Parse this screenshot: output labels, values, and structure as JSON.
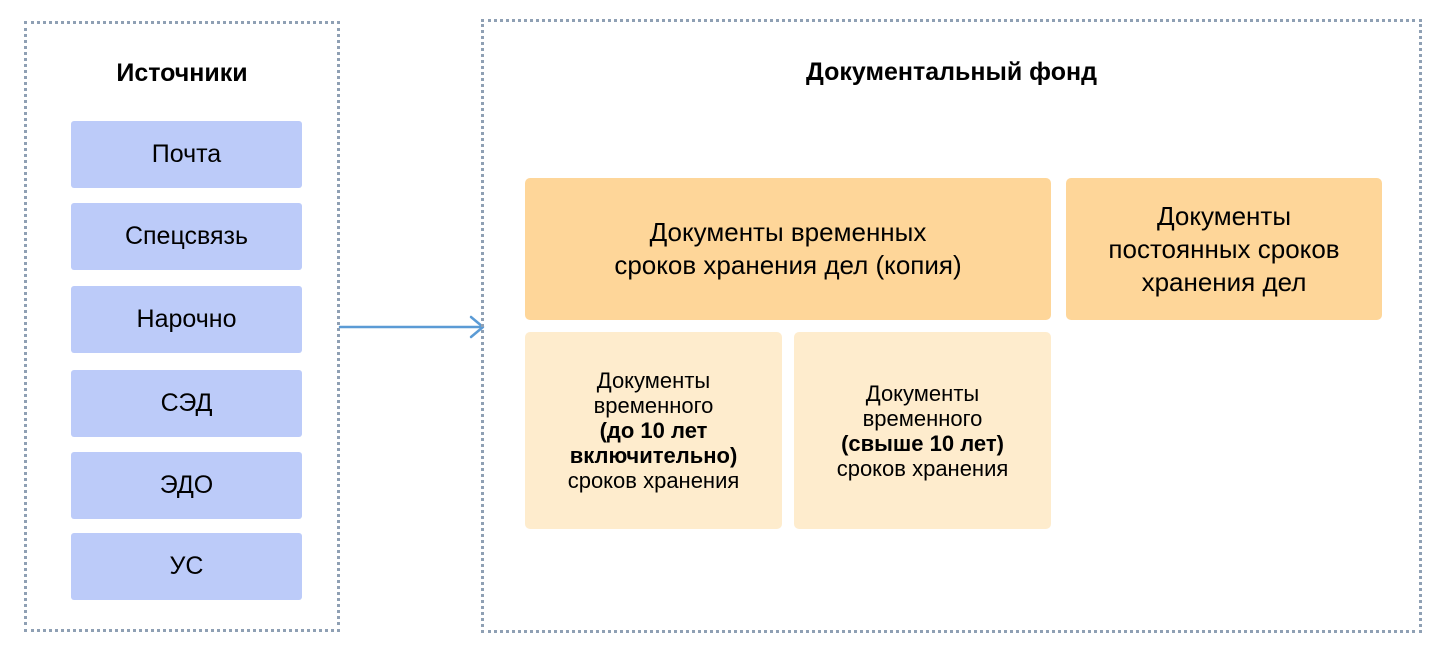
{
  "sources": {
    "title": "Источники",
    "items": [
      "Почта",
      "Спецсвязь",
      "Нарочно",
      "СЭД",
      "ЭДО",
      "УС"
    ]
  },
  "fund": {
    "title": "Документальный фонд",
    "temporary_copy": {
      "line1": "Документы временных",
      "line2": "сроков хранения дел (копия)"
    },
    "permanent": {
      "line1": "Документы",
      "line2": "постоянных сроков",
      "line3": "хранения дел"
    },
    "up_to_10": {
      "line1": "Документы",
      "line2": "временного",
      "line3": "(до 10 лет",
      "line4": "включительно)",
      "line5": "сроков хранения"
    },
    "over_10": {
      "line1": "Документы",
      "line2": "временного",
      "line3": "(свыше 10 лет)",
      "line4": "сроков хранения"
    }
  },
  "colors": {
    "source_box": "#bccbf9",
    "fund_box_dark": "#fed699",
    "fund_box_light": "#feeccd",
    "arrow": "#5b9bd5",
    "panel_border": "#8fa0b4"
  }
}
